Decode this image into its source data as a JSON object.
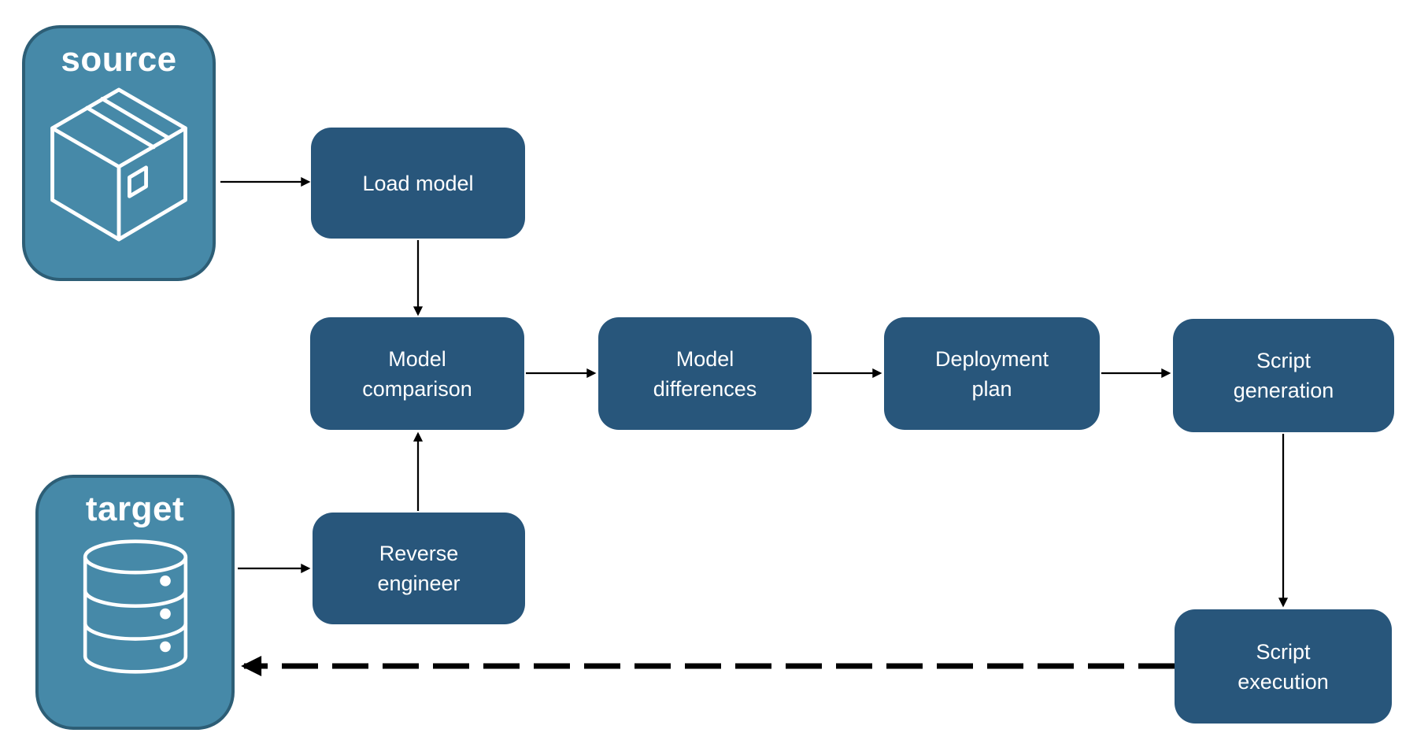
{
  "diagram": {
    "type": "flowchart",
    "colors": {
      "background": "#FFFFFF",
      "container_fill": "#4689A8",
      "container_border": "#2D5E76",
      "container_text": "#FFFFFF",
      "node_fill": "#28567B",
      "node_text": "#FFFFFF",
      "arrow": "#000000"
    },
    "containers": {
      "source": {
        "label": "source",
        "icon": "package-icon"
      },
      "target": {
        "label": "target",
        "icon": "database-icon"
      }
    },
    "nodes": {
      "load_model": {
        "label": "Load model"
      },
      "model_comparison": {
        "label": "Model comparison"
      },
      "model_differences": {
        "label": "Model differences"
      },
      "deployment_plan": {
        "label": "Deployment plan"
      },
      "script_generation": {
        "label": "Script generation"
      },
      "reverse_engineer": {
        "label": "Reverse engineer"
      },
      "script_execution": {
        "label": "Script execution"
      }
    },
    "edges": [
      {
        "from": "source",
        "to": "load_model",
        "style": "solid"
      },
      {
        "from": "load_model",
        "to": "model_comparison",
        "style": "solid"
      },
      {
        "from": "model_comparison",
        "to": "model_differences",
        "style": "solid"
      },
      {
        "from": "model_differences",
        "to": "deployment_plan",
        "style": "solid"
      },
      {
        "from": "deployment_plan",
        "to": "script_generation",
        "style": "solid"
      },
      {
        "from": "script_generation",
        "to": "script_execution",
        "style": "solid"
      },
      {
        "from": "target",
        "to": "reverse_engineer",
        "style": "solid"
      },
      {
        "from": "reverse_engineer",
        "to": "model_comparison",
        "style": "solid"
      },
      {
        "from": "script_execution",
        "to": "target",
        "style": "dashed"
      }
    ]
  }
}
